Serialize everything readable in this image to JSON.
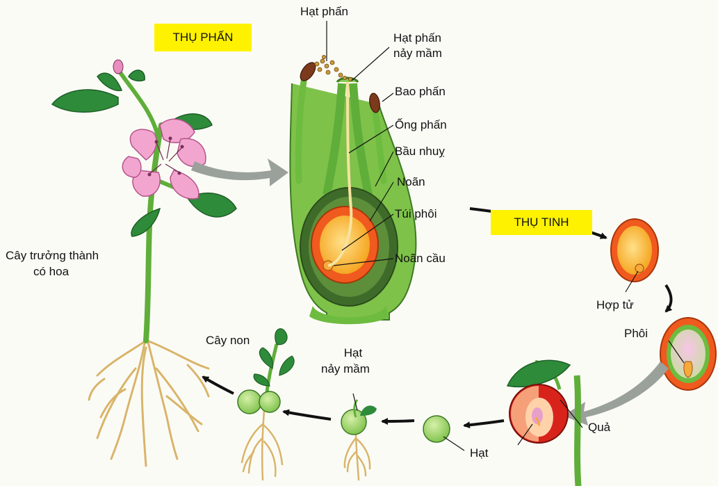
{
  "stages": {
    "pollination": "THỤ PHẤN",
    "fertilization": "THỤ TINH"
  },
  "labels": {
    "pollen": "Hạt phấn",
    "pollen_germ_1": "Hạt phấn",
    "pollen_germ_2": "nảy mầm",
    "anther": "Bao phấn",
    "pollen_tube": "Ống phấn",
    "ovary": "Bầu nhuỵ",
    "ovule": "Noãn",
    "embryo_sac": "Túi phôi",
    "egg_cell": "Noãn cầu",
    "mature_plant_1": "Cây trưởng thành",
    "mature_plant_2": "có hoa",
    "zygote": "Hợp tử",
    "embryo": "Phôi",
    "fruit": "Quả",
    "seed": "Hạt",
    "germ_seed_1": "Hạt",
    "germ_seed_2": "nảy mầm",
    "seedling": "Cây non"
  },
  "colors": {
    "stage_highlight": "#fff200",
    "stem_green": "#6dbb3f",
    "leaf_green": "#2e8b3a",
    "petal_pink": "#f2a6cf",
    "ovule_orange": "#f05a1e",
    "embryo_sac_yellow": "#fbc230",
    "root_tan": "#e8c98a",
    "arrow_gray": "#9aa09a"
  }
}
